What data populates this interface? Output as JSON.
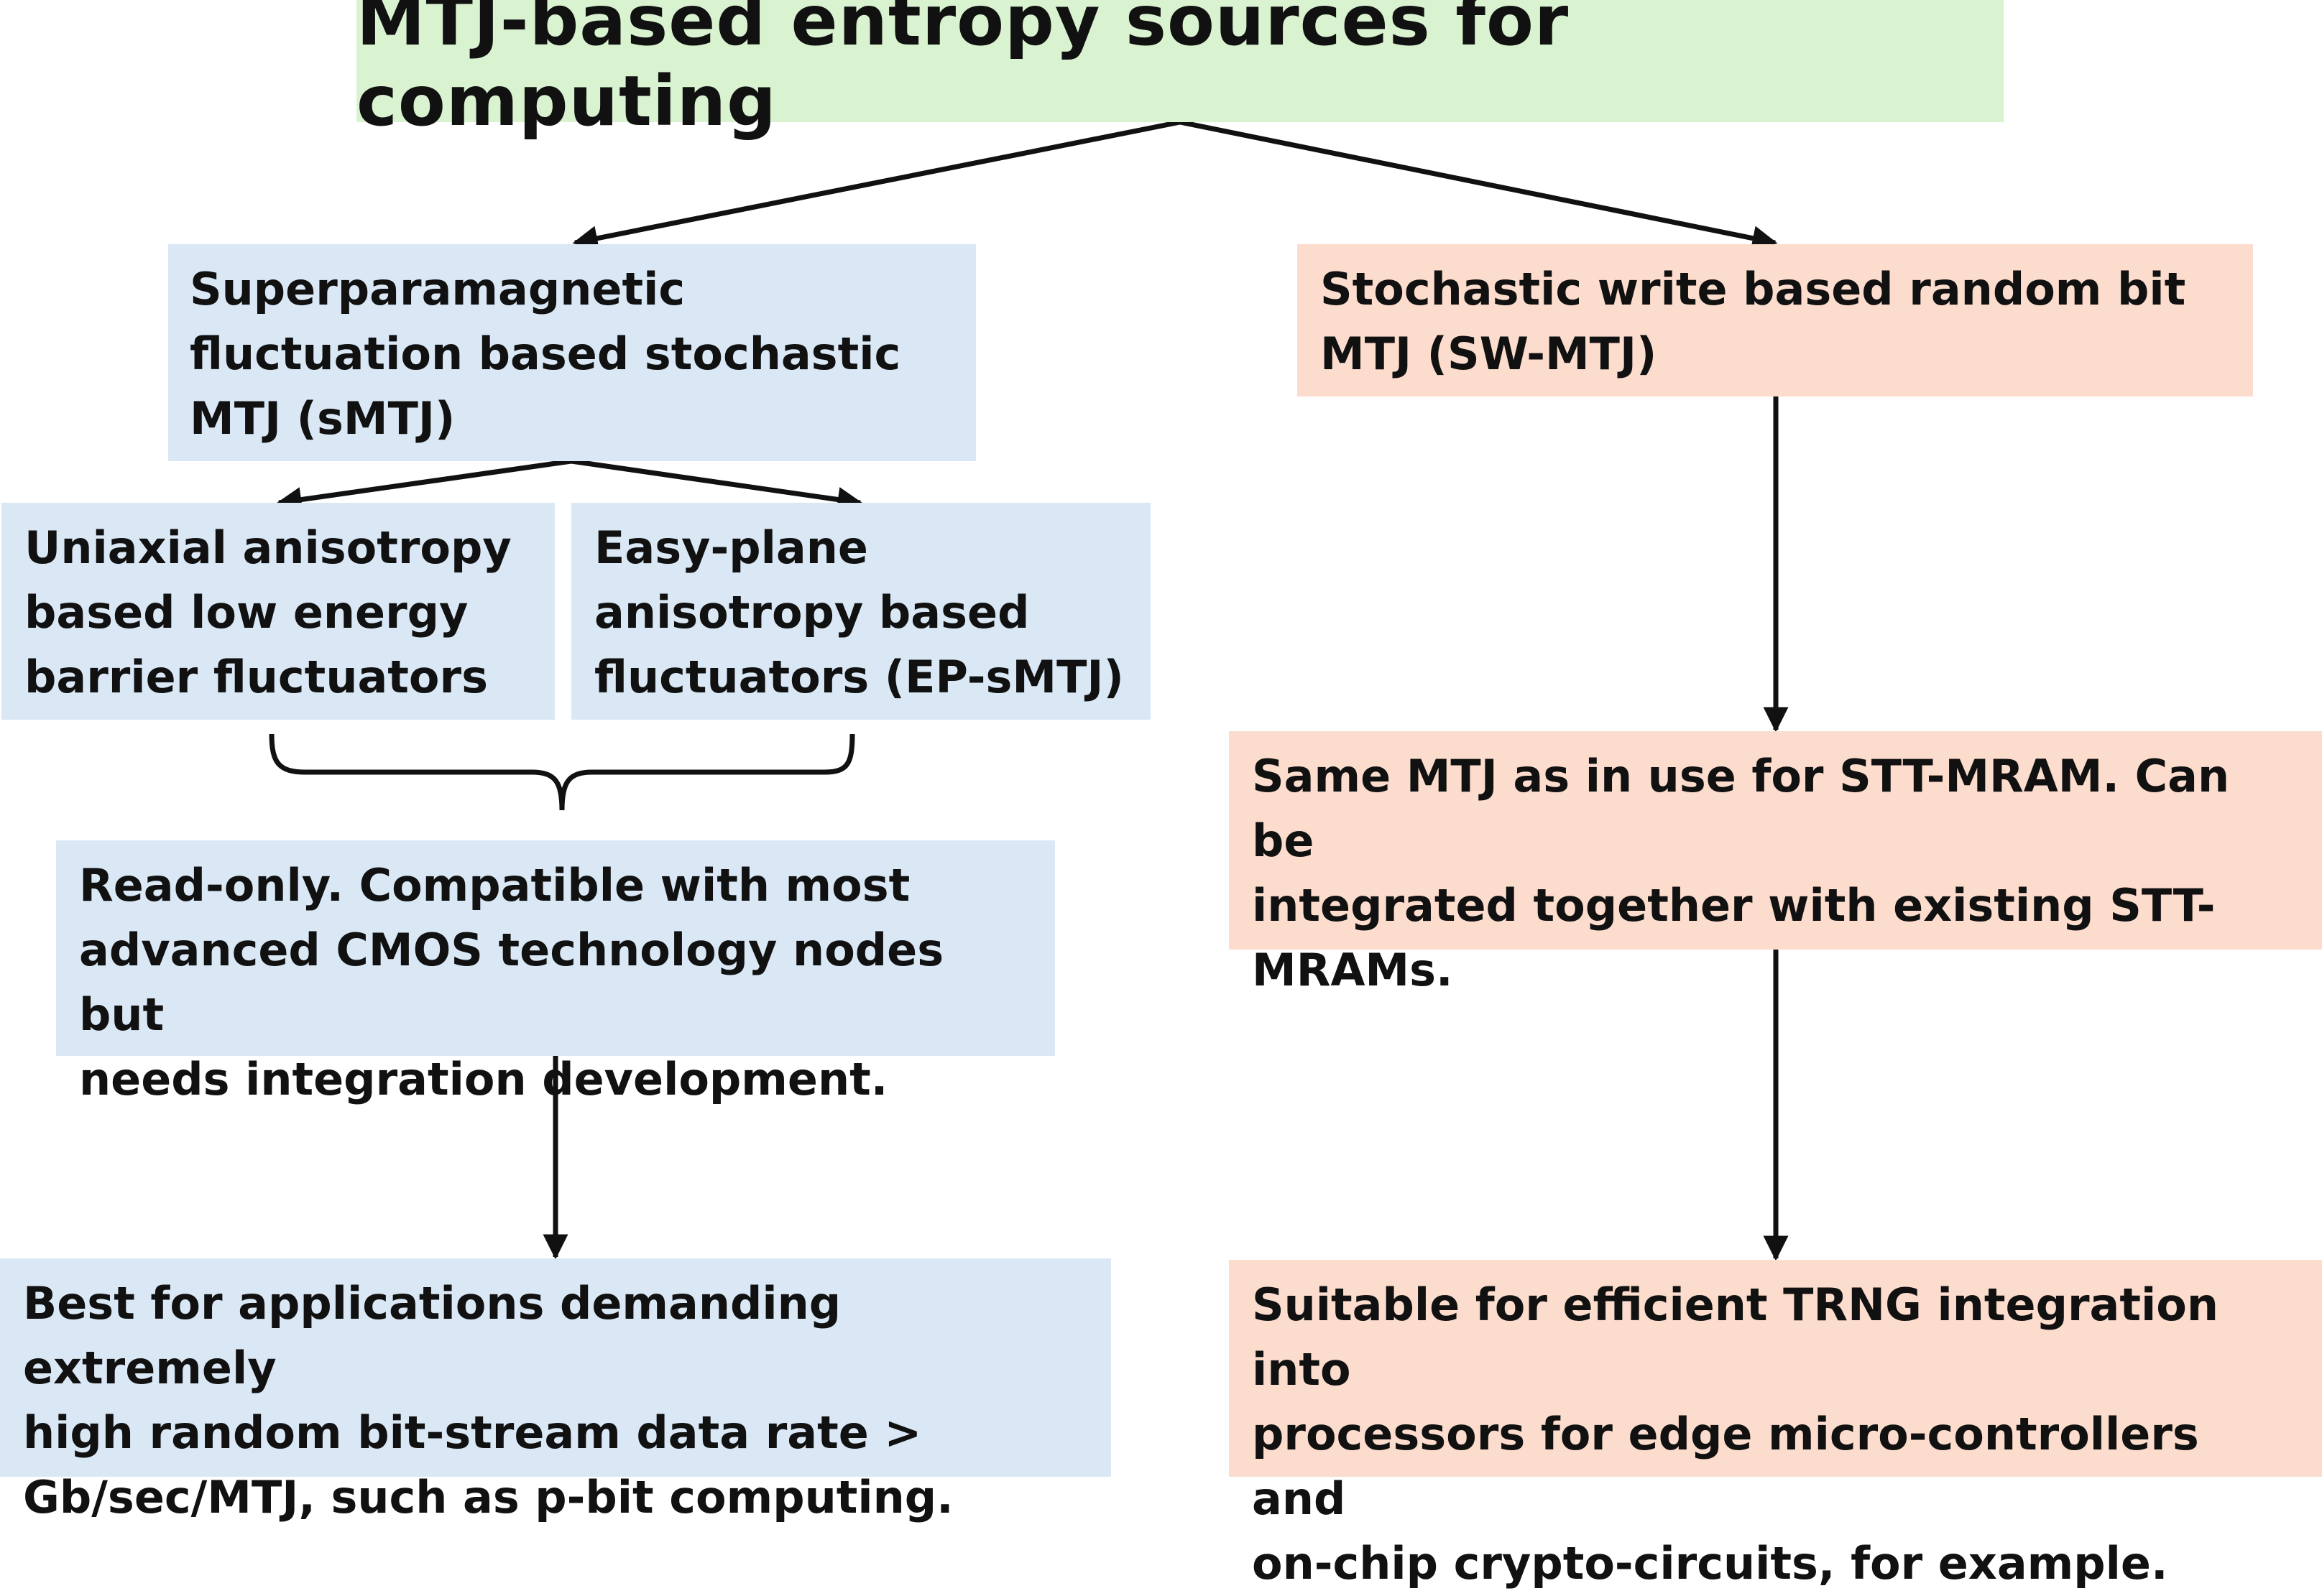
{
  "title": "MTJ-based entropy sources for computing",
  "left": {
    "smtj": [
      "Superparamagnetic",
      "fluctuation based stochastic",
      "MTJ (sMTJ)"
    ],
    "uniaxial": [
      "Uniaxial anisotropy",
      "based low energy",
      "barrier fluctuators"
    ],
    "easy_plane": [
      "Easy-plane",
      "anisotropy based",
      "fluctuators (EP-sMTJ)"
    ],
    "read_only": [
      "Read-only. Compatible with most",
      "advanced CMOS technology nodes but",
      "needs integration development."
    ],
    "best_for": [
      "Best for applications demanding extremely",
      "high random bit-stream data rate >",
      "Gb/sec/MTJ, such as p-bit computing."
    ]
  },
  "right": {
    "sw_mtj": [
      "Stochastic write based random bit",
      "MTJ (SW-MTJ)"
    ],
    "same_mtj": [
      "Same MTJ as in use for STT-MRAM. Can be",
      "integrated together with existing STT-",
      "MRAMs."
    ],
    "suitable": [
      "Suitable for efficient TRNG integration into",
      "processors for edge micro-controllers and",
      "on-chip crypto-circuits, for example."
    ]
  },
  "colors": {
    "title_bg": "#d9f2d0",
    "blue_bg": "#dae8f6",
    "peach_bg": "#fbdccd",
    "line": "#111111"
  }
}
